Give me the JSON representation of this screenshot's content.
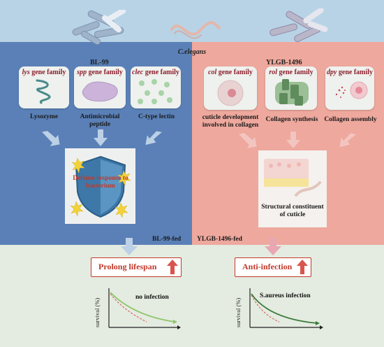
{
  "header": {
    "organism": "C.elegans"
  },
  "left": {
    "strain": "BL-99",
    "cards": [
      {
        "gene": "lys",
        "suffix": " gene family",
        "caption": "Lysozyme"
      },
      {
        "gene": "spp",
        "suffix": " gene family",
        "caption": "Antimicrobial peptide"
      },
      {
        "gene": "clec",
        "suffix": " gene family",
        "caption": "C-type lectin"
      }
    ],
    "box_text": "Defense response to bacterium",
    "fed": "BL-99-fed",
    "result": "Prolong lifespan",
    "graph_note": "no infection",
    "y_axis": "survival (%)"
  },
  "right": {
    "strain": "YLGB-1496",
    "cards": [
      {
        "gene": "col",
        "suffix": " gene family",
        "caption": "cuticle development involved in collagen"
      },
      {
        "gene": "rol",
        "suffix": " gene family",
        "caption": "Collagen synthesis"
      },
      {
        "gene": "dpy",
        "suffix": " gene family",
        "caption": "Collagen assembly"
      }
    ],
    "box_text": "Structural constituent of cuticle",
    "fed": "YLGB-1496-fed",
    "result": "Anti-infection",
    "graph_note": "S.aureus infection",
    "y_axis": "survival (%)"
  },
  "colors": {
    "left_panel": "#5a80b7",
    "right_panel": "#eea89d",
    "accent_red": "#c0392b",
    "gene_title": "#8b1e2b"
  }
}
